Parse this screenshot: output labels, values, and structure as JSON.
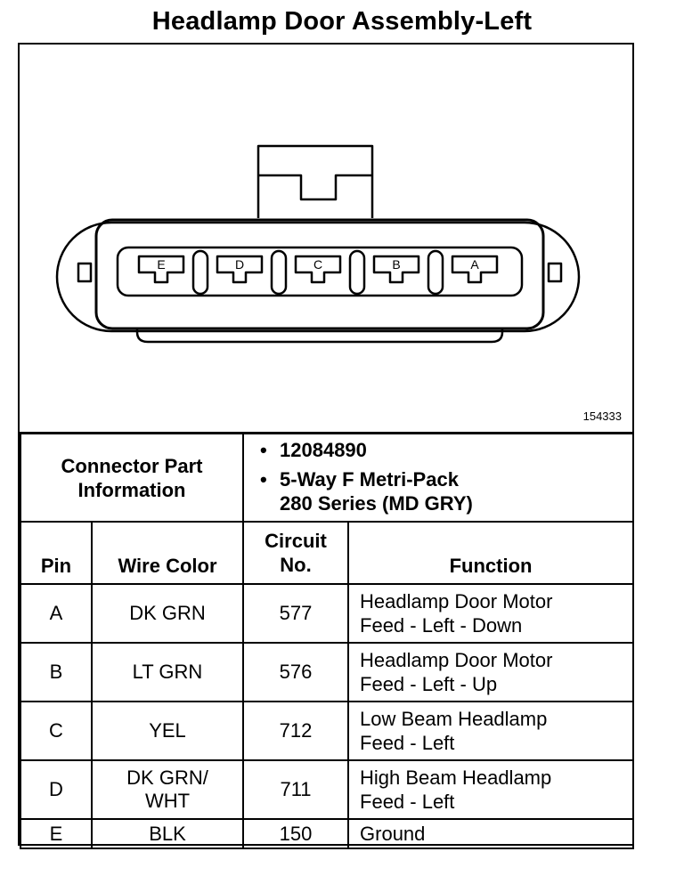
{
  "title": "Headlamp Door Assembly-Left",
  "figure_id": "154333",
  "connector": {
    "pins": [
      "E",
      "D",
      "C",
      "B",
      "A"
    ]
  },
  "connector_info": {
    "label_line1": "Connector Part",
    "label_line2": "Information",
    "part_number": "12084890",
    "desc_line1": "5-Way F Metri-Pack",
    "desc_line2": "280 Series (MD GRY)"
  },
  "table_header": {
    "pin": "Pin",
    "wire_color": "Wire Color",
    "circuit_line1": "Circuit",
    "circuit_line2": "No.",
    "function": "Function"
  },
  "rows": [
    {
      "pin": "A",
      "wire1": "DK GRN",
      "wire2": "",
      "circuit": "577",
      "func1": "Headlamp Door Motor",
      "func2": "Feed - Left - Down"
    },
    {
      "pin": "B",
      "wire1": "LT GRN",
      "wire2": "",
      "circuit": "576",
      "func1": "Headlamp Door Motor",
      "func2": "Feed - Left - Up"
    },
    {
      "pin": "C",
      "wire1": "YEL",
      "wire2": "",
      "circuit": "712",
      "func1": "Low Beam Headlamp",
      "func2": "Feed - Left"
    },
    {
      "pin": "D",
      "wire1": "DK GRN/",
      "wire2": "WHT",
      "circuit": "711",
      "func1": "High Beam Headlamp",
      "func2": "Feed - Left"
    },
    {
      "pin": "E",
      "wire1": "BLK",
      "wire2": "",
      "circuit": "150",
      "func1": "Ground",
      "func2": ""
    }
  ]
}
